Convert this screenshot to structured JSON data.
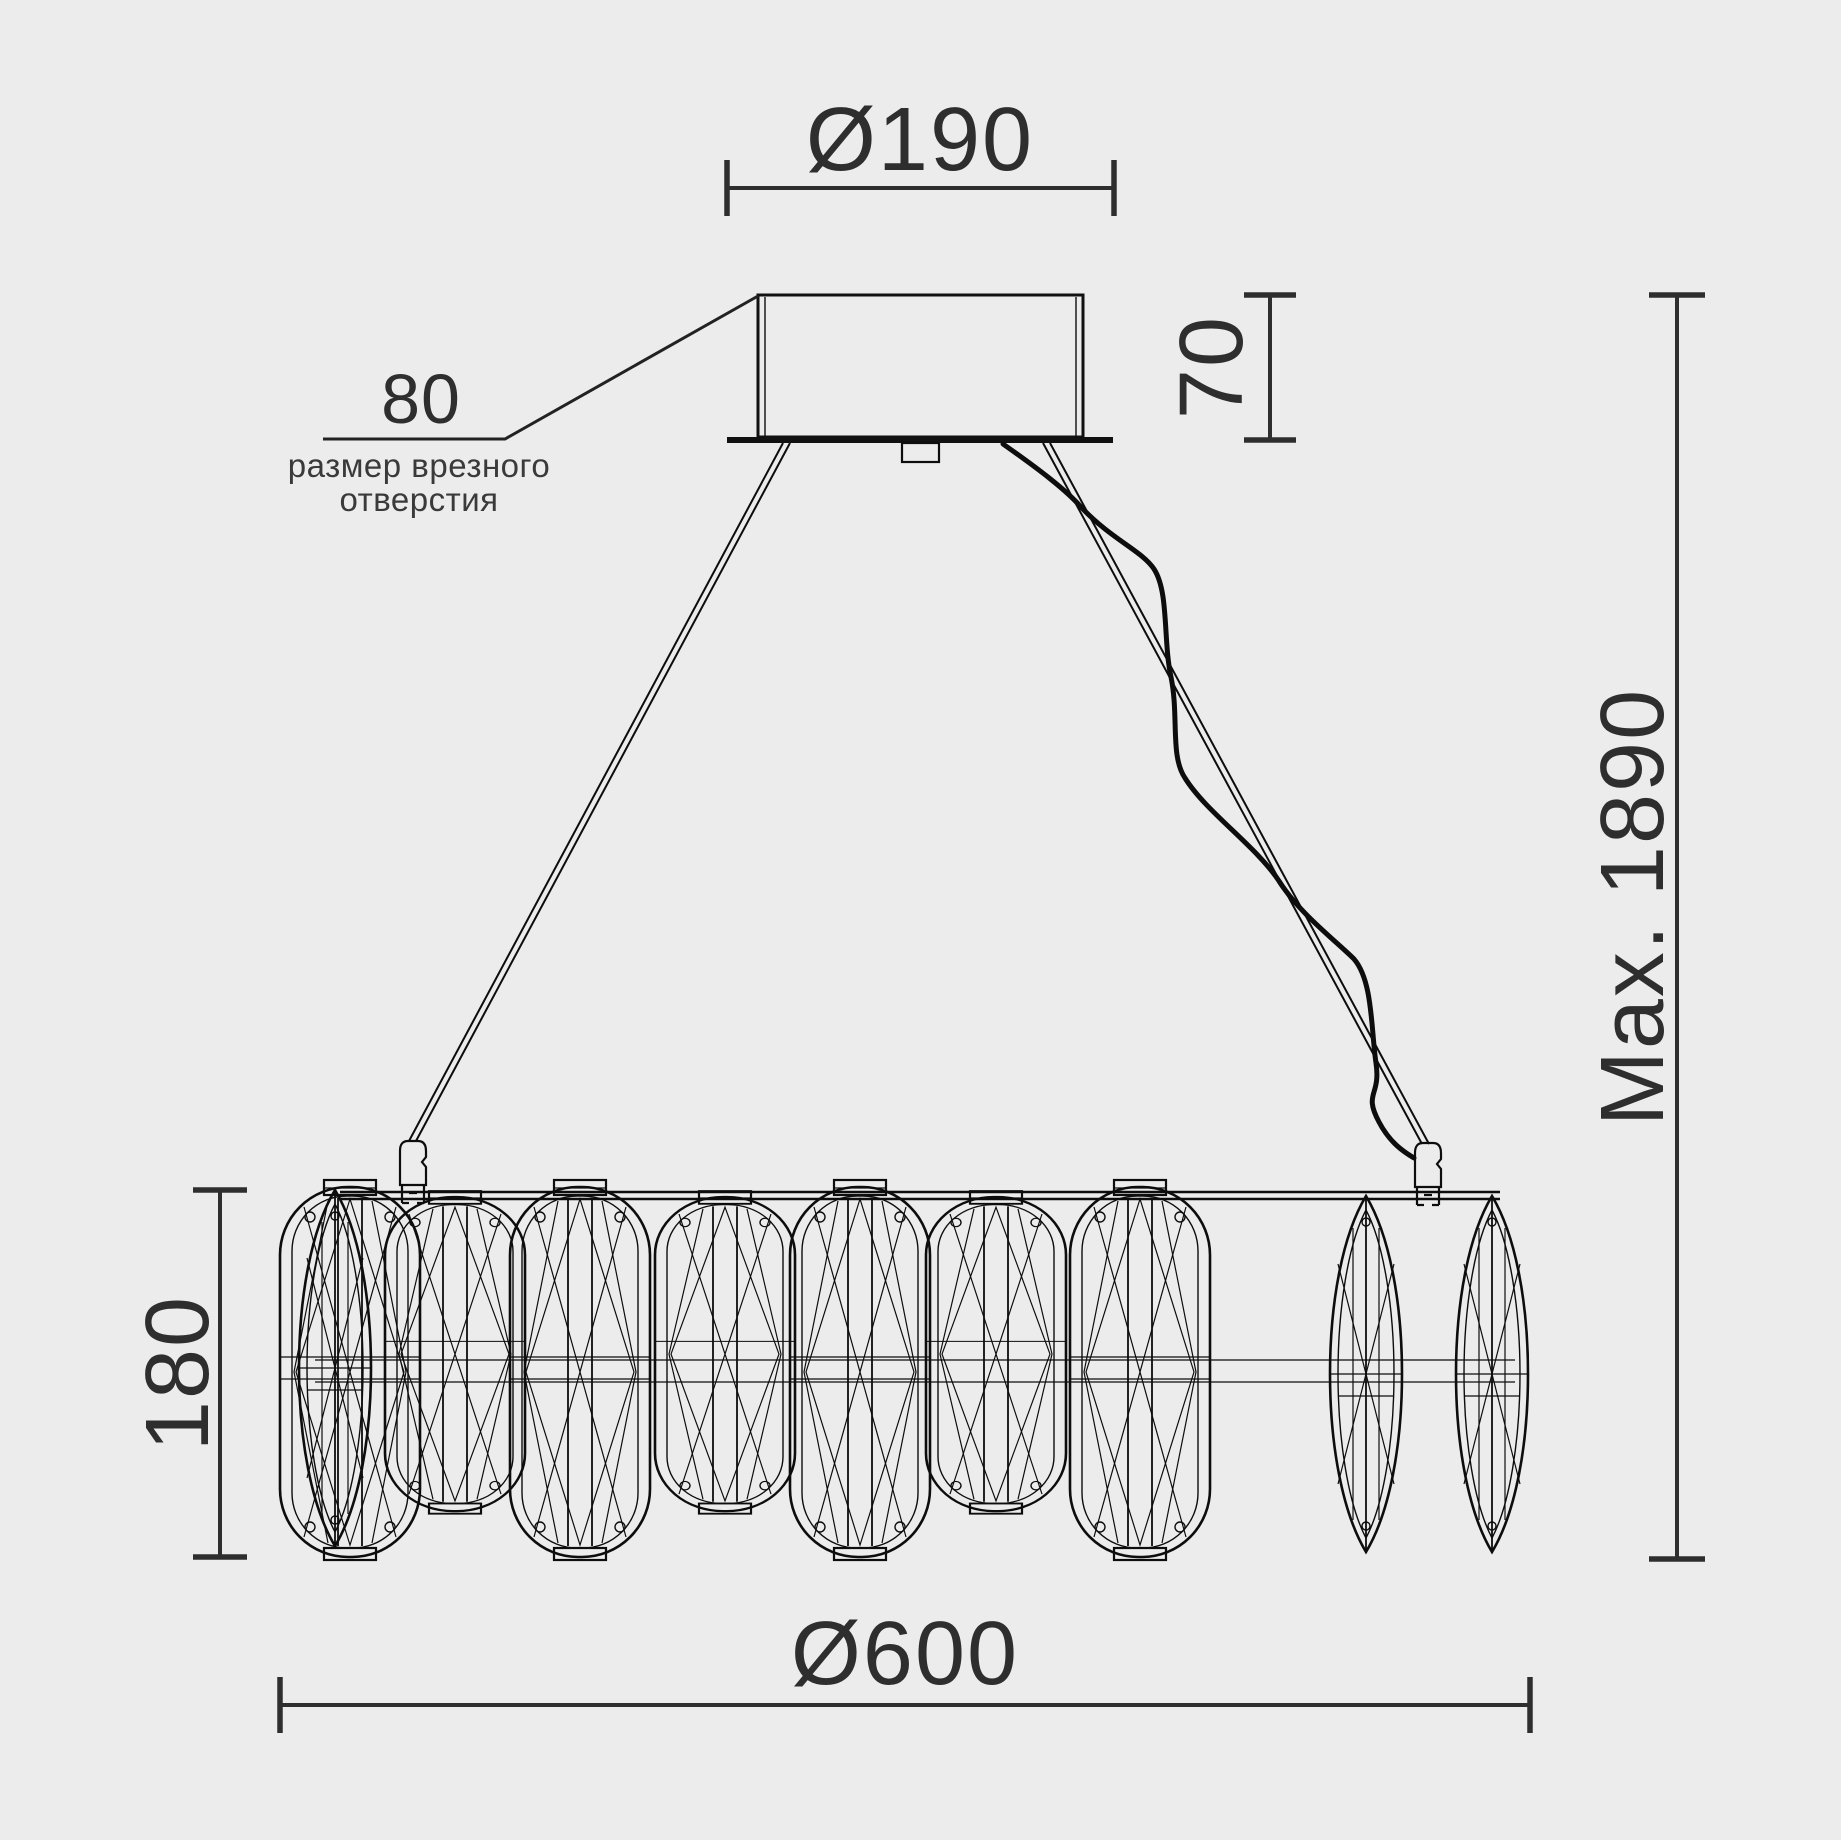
{
  "page": {
    "background_color": "#ececed",
    "dimension_color": "#2e2e2e",
    "drawing_color": "#0d0d0d"
  },
  "labels": {
    "canopy_diameter": "Ø190",
    "cutout_size": "80",
    "cutout_note_line1": "размер врезного",
    "cutout_note_line2": "отверстия",
    "canopy_height": "70",
    "max_drop": "Max. 1890",
    "body_height": "180",
    "body_diameter": "Ø600"
  }
}
